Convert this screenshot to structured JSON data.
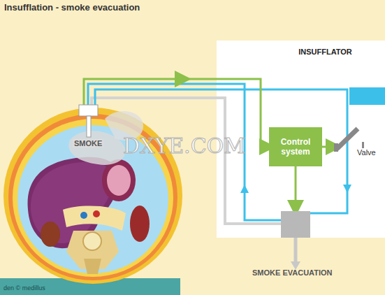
{
  "diagram": {
    "title": "Insufflation - smoke evacuation",
    "nodes": [
      {
        "text": [
          "INSUFFLATOR"
        ]
      },
      {
        "text": [
          "Control system"
        ],
        "in": 0
      }
    ],
    "labels": [
      "SMOKE",
      "Valve",
      "SMOKE EVACUATION",
      "DXYE.COM",
      "den © medillus"
    ]
  }
}
